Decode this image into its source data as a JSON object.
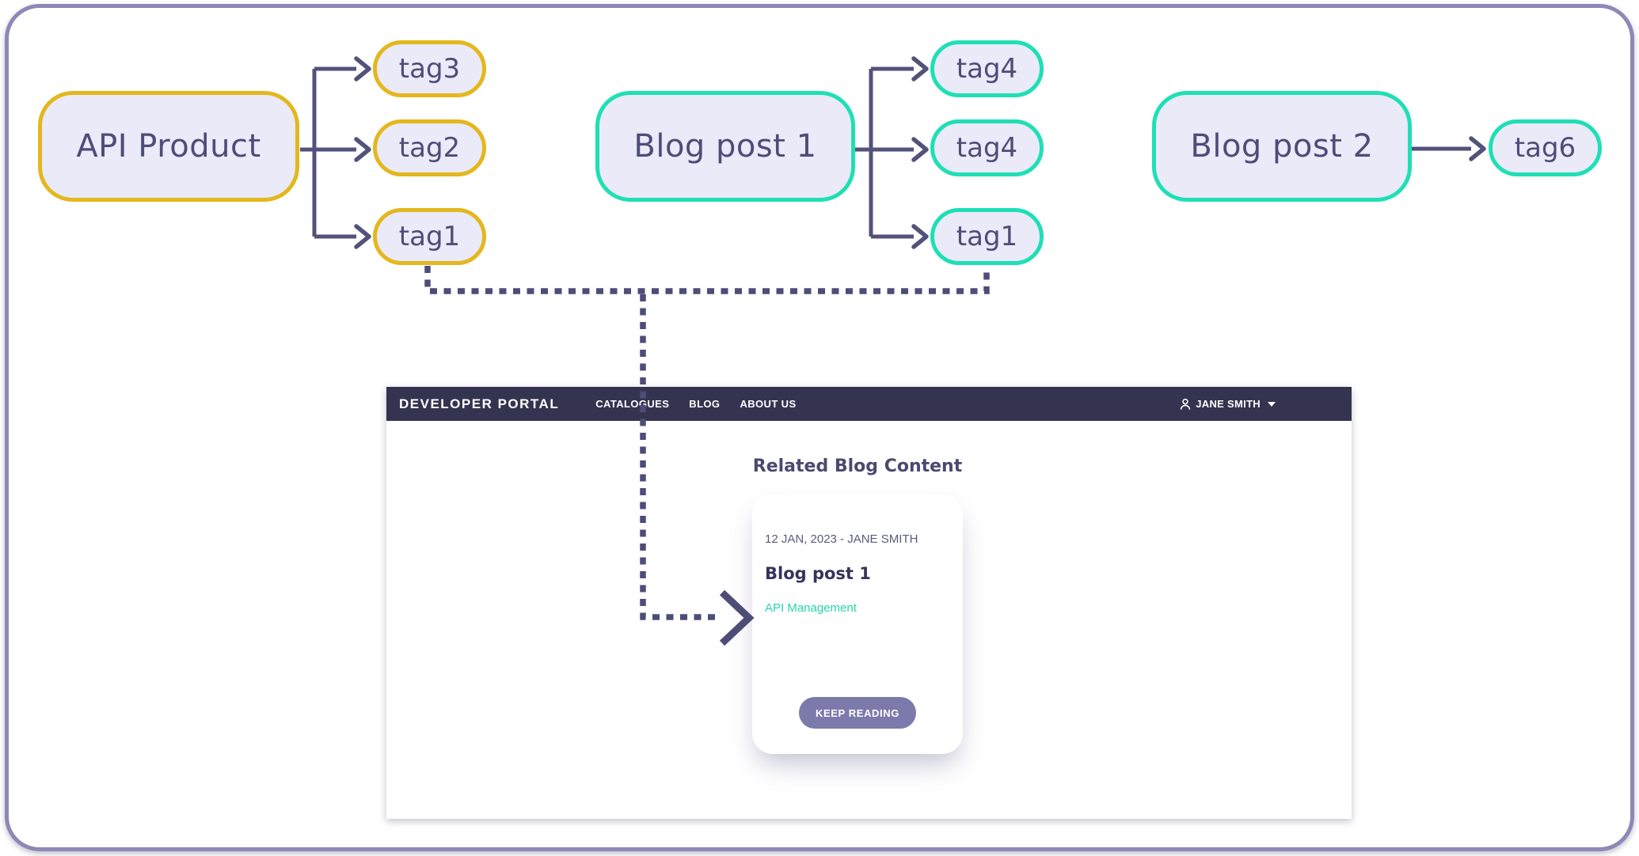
{
  "colors": {
    "frame_border": "#8d88b5",
    "node_fill": "#eaeaf8",
    "node_text": "#4e4c78",
    "api_product_border": "#e4b71d",
    "blog_post_border": "#1fdfb5",
    "solid_connector": "#52527a",
    "dotted_connector": "#4d4d78",
    "navbar_bg": "#343450",
    "section_title_text": "#4a4a70",
    "card_tag_text": "#26d6ab",
    "button_bg": "#7b7aab"
  },
  "diagram": {
    "api_product": {
      "label": "API Product",
      "tags": [
        {
          "label": "tag3"
        },
        {
          "label": "tag2"
        },
        {
          "label": "tag1"
        }
      ]
    },
    "blog_post_1": {
      "label": "Blog post 1",
      "tags": [
        {
          "label": "tag4"
        },
        {
          "label": "tag4"
        },
        {
          "label": "tag1"
        }
      ]
    },
    "blog_post_2": {
      "label": "Blog post 2",
      "tags": [
        {
          "label": "tag6"
        }
      ]
    }
  },
  "portal": {
    "navbar": {
      "brand": "DEVELOPER PORTAL",
      "links": [
        {
          "label": "CATALOGUES"
        },
        {
          "label": "BLOG"
        },
        {
          "label": "ABOUT US"
        }
      ],
      "user": {
        "name": "JANE SMITH",
        "icon": "person-icon",
        "caret_icon": "chevron-down-icon"
      }
    },
    "section_title": "Related Blog Content",
    "card": {
      "meta": "12 JAN, 2023 - JANE SMITH",
      "title": "Blog post 1",
      "tag": "API Management",
      "button_label": "KEEP READING"
    }
  }
}
